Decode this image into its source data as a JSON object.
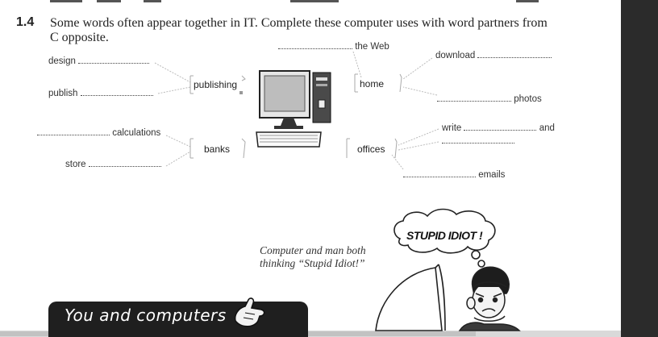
{
  "exercise": {
    "number": "1.4",
    "instruction_line1": "Some words often appear together in IT. Complete these computer uses with word partners from",
    "instruction_line2": "C opposite."
  },
  "items": {
    "the_web": "the Web",
    "download": "download",
    "design": "design",
    "publish": "publish",
    "calculations": "calculations",
    "store": "store",
    "photos": "photos",
    "write": "write",
    "and": "and",
    "emails": "emails"
  },
  "hubs": {
    "publishing": "publishing",
    "home": "home",
    "banks": "banks",
    "offices": "offices"
  },
  "cartoon": {
    "caption": "Computer and man both thinking “Stupid Idiot!”",
    "thought": "STUPID IDIOT !"
  },
  "banner": {
    "title": "You and computers"
  },
  "icons": [
    "computer-illustration-icon",
    "thought-cloud-icon",
    "man-cartoon-icon",
    "pointing-hand-icon"
  ]
}
